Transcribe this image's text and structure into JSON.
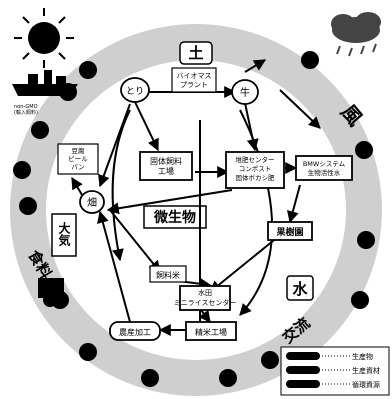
{
  "ring_labels": {
    "earth": "土",
    "wind": "風",
    "water": "水",
    "exchange": "交流",
    "atmosphere": "大気",
    "food": "食料",
    "microbes": "微生物"
  },
  "nodes": {
    "chicken": "とり",
    "cow": "牛",
    "biomass": "バイオマス\nプラント",
    "dryfeed": "固体飼料\n工場",
    "compost": "堆肥センター\nコンポスト\n固体ボカシ肥",
    "bmw": "BMWシステム\n生物活性水",
    "orchard": "果樹園",
    "field": "畑",
    "rice_feed": "飼料米",
    "paddy": "水田\nミニライスセンター",
    "processing": "農産加工",
    "polish": "精米工場",
    "bakery": "豆腐\nビール\nパン"
  },
  "ship_label": "non-GMO\n(輸入飼料)",
  "legend": {
    "products": "生産物",
    "materials": "生産資材",
    "recycle": "循環資源"
  },
  "icons": [
    "sun-icon",
    "rain-cloud-icon",
    "ship-icon",
    "tractor-icon",
    "farmer-icon"
  ]
}
